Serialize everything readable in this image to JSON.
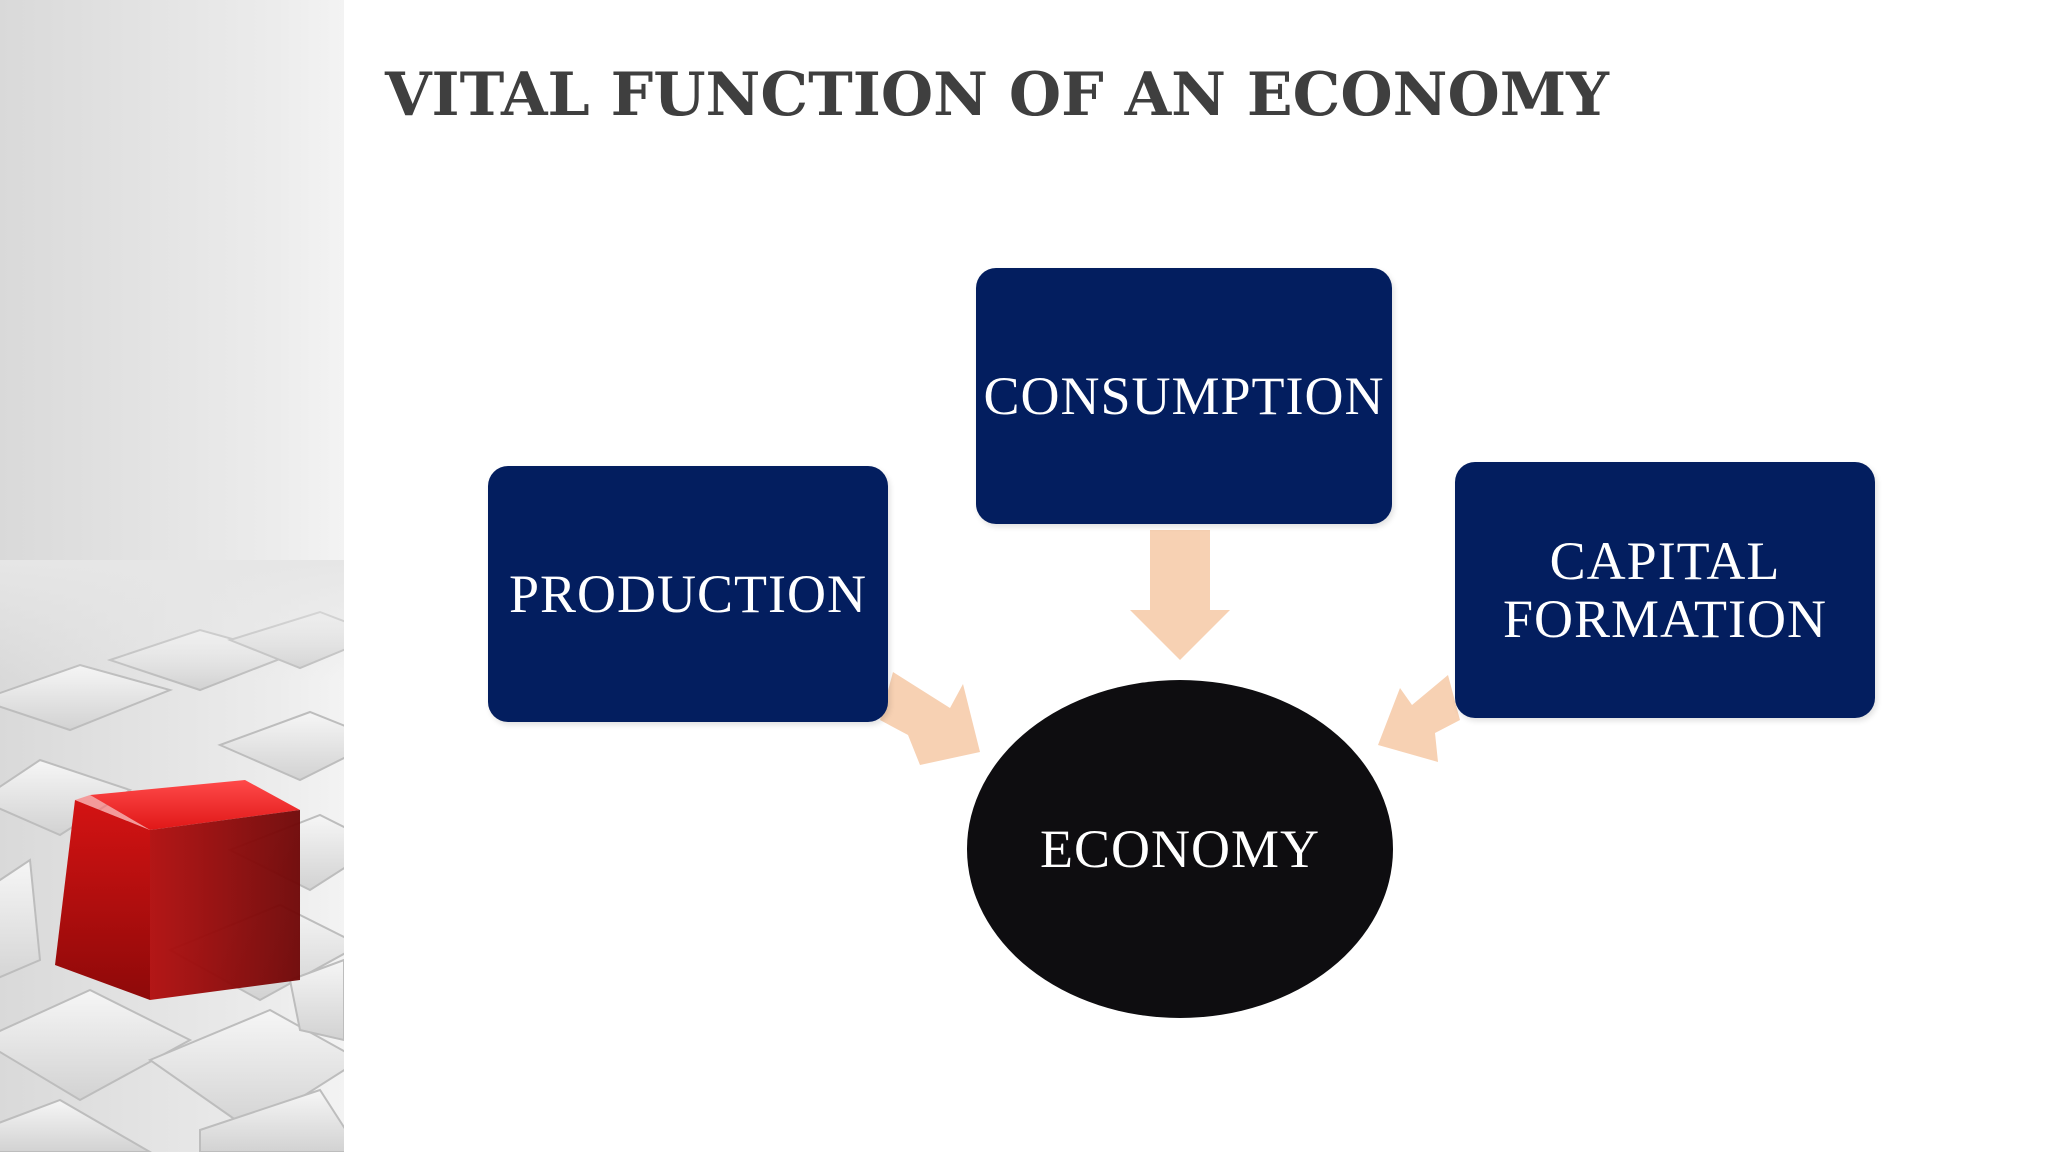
{
  "slide": {
    "title": "VITAL FUNCTION OF AN ECONOMY"
  },
  "diagram": {
    "nodes": {
      "production": "PRODUCTION",
      "consumption": "CONSUMPTION",
      "capital_formation": "CAPITAL\nFORMATION",
      "economy": "ECONOMY"
    },
    "colors": {
      "box_fill": "#031e5f",
      "center_fill": "#0e0d10",
      "arrow_fill": "#f7d1b3",
      "label_text": "#ffffff",
      "title_text": "#3f3f3f",
      "accent_cube": "#d71920"
    }
  },
  "decorations": {
    "side_image": "red-cube-among-white-cubes-image"
  }
}
